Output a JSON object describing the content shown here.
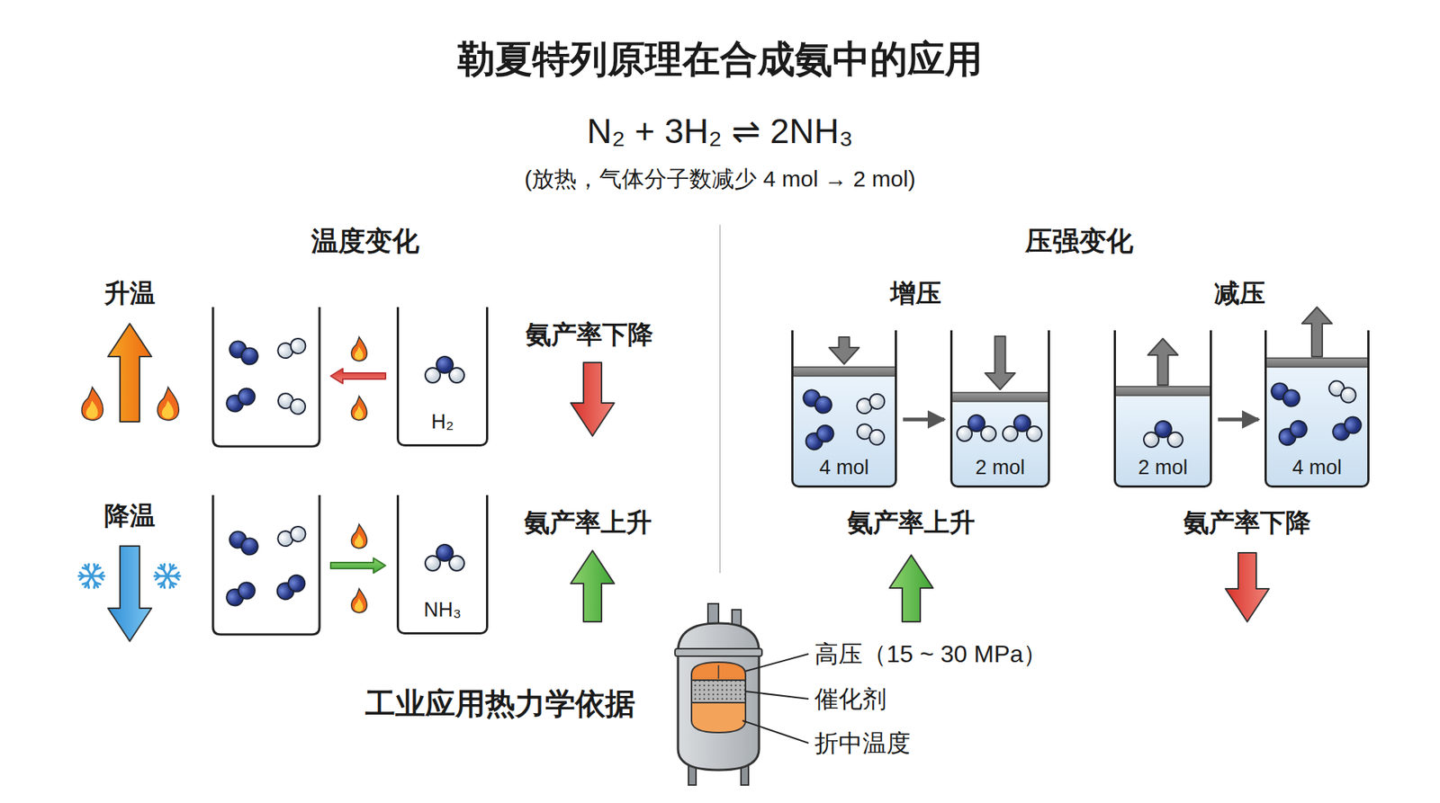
{
  "diagram": {
    "title": "勒夏特列原理在合成氨中的应用",
    "nodes": [
      {
        "text": [
          "H₂"
        ]
      },
      {
        "text": [
          "NH₃"
        ]
      },
      {
        "text": [
          "4 mol"
        ]
      },
      {
        "text": [
          "2 mol"
        ]
      },
      {
        "text": [
          "2 mol"
        ]
      },
      {
        "text": [
          "4 mol"
        ]
      }
    ],
    "edges": [
      {
        "from": 2,
        "to": 3,
        "arrow": "to"
      },
      {
        "from": 4,
        "to": 5,
        "arrow": "to"
      }
    ],
    "labels": [
      "N₂ + 3H₂ ⇌ 2NH₃",
      "(放热，气体分子数减少 4 mol → 2 mol)",
      "温度变化",
      "压强变化",
      "升温",
      "降温",
      "氨产率下降",
      "氨产率上升",
      "增压",
      "减压",
      "氨产率上升",
      "氨产率下降",
      "工业应用热力学依据",
      "高压（15 ~ 30 MPa）",
      "催化剂",
      "折中温度"
    ]
  }
}
